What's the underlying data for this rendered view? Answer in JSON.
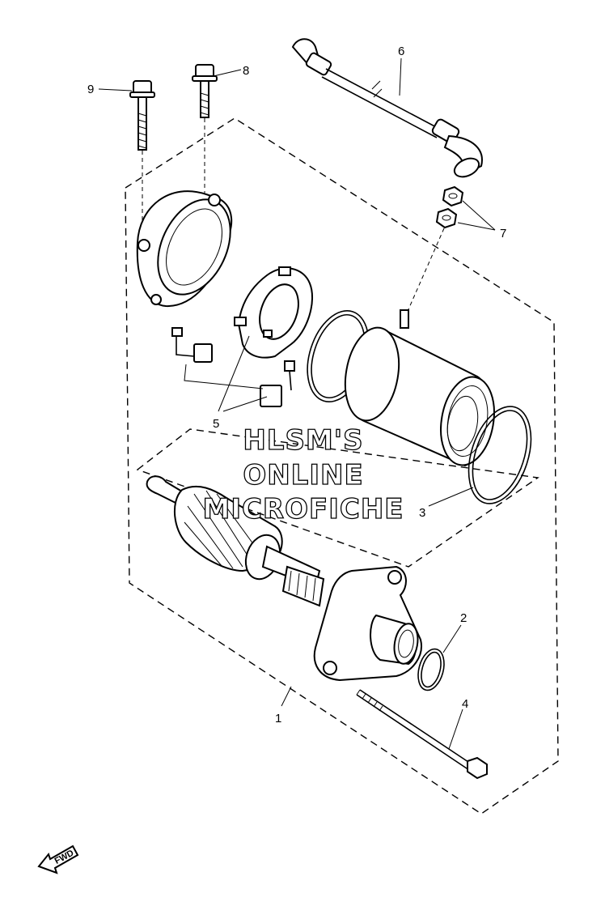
{
  "diagram": {
    "callouts": [
      {
        "id": "1",
        "label": "1"
      },
      {
        "id": "2",
        "label": "2"
      },
      {
        "id": "3",
        "label": "3"
      },
      {
        "id": "4",
        "label": "4"
      },
      {
        "id": "5",
        "label": "5"
      },
      {
        "id": "6",
        "label": "6"
      },
      {
        "id": "7",
        "label": "7"
      },
      {
        "id": "8",
        "label": "8"
      },
      {
        "id": "9",
        "label": "9"
      }
    ],
    "watermark": {
      "line1": "HLSM'S",
      "line2": "ONLINE",
      "line3": "MICROFICHE"
    },
    "direction_arrow": {
      "label": "FWD"
    },
    "icons": [
      "fwd-arrow-icon"
    ]
  }
}
